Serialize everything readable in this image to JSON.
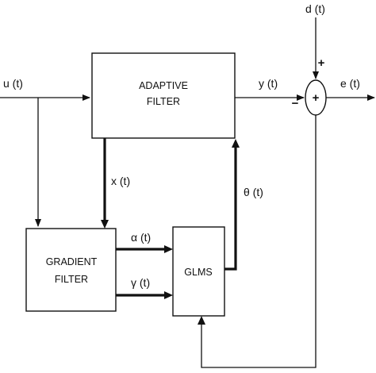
{
  "blocks": {
    "adaptive_filter": {
      "line1": "ADAPTIVE",
      "line2": "FILTER"
    },
    "gradient_filter": {
      "line1": "GRADIENT",
      "line2": "FILTER"
    },
    "glms": {
      "label": "GLMS"
    }
  },
  "summing_junction": {
    "symbol": "+",
    "plus_sign": "+",
    "minus_sign": "−"
  },
  "signals": {
    "u": "u (t)",
    "y": "y (t)",
    "d": "d (t)",
    "e": "e (t)",
    "x": "x (t)",
    "theta": "θ (t)",
    "alpha": "α (t)",
    "gamma": "γ (t)"
  }
}
